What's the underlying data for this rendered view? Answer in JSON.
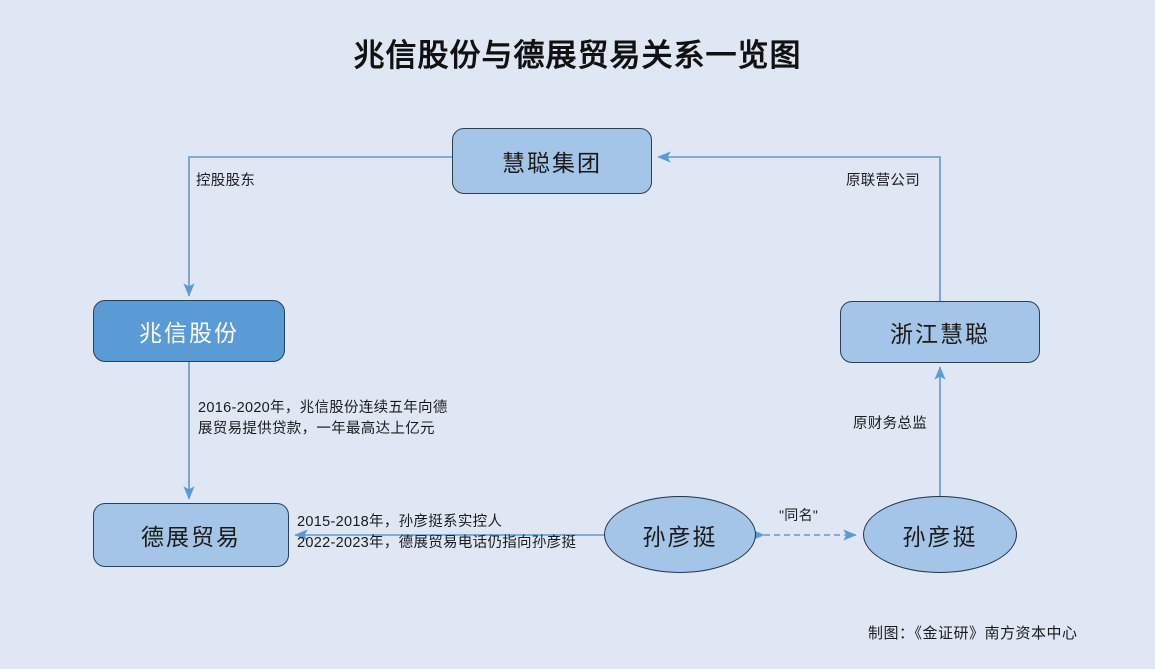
{
  "diagram": {
    "title": "兆信股份与德展贸易关系一览图",
    "credit": "制图：《金证研》南方资本中心",
    "colors": {
      "background": "#dfe7f4",
      "node_fill": "#a4c5e8",
      "accent_fill": "#5b9bd5",
      "node_stroke": "#2b3f55",
      "edge_stroke": "#5b9bd5"
    },
    "nodes": [
      {
        "id": "huicong-group",
        "label": "慧聪集团",
        "shape": "rect",
        "style": "light"
      },
      {
        "id": "zhaoxin",
        "label": "兆信股份",
        "shape": "rect",
        "style": "accent"
      },
      {
        "id": "dezhan",
        "label": "德展贸易",
        "shape": "rect",
        "style": "light"
      },
      {
        "id": "zhejiang",
        "label": "浙江慧聪",
        "shape": "rect",
        "style": "light"
      },
      {
        "id": "sun-left",
        "label": "孙彦挺",
        "shape": "ellipse",
        "style": "light"
      },
      {
        "id": "sun-right",
        "label": "孙彦挺",
        "shape": "ellipse",
        "style": "light"
      }
    ],
    "edges": [
      {
        "id": "controlling",
        "from": "huicong-group",
        "to": "zhaoxin",
        "label": "控股股东",
        "arrow": "single",
        "style": "solid"
      },
      {
        "id": "joint-venture",
        "from": "zhejiang",
        "to": "huicong-group",
        "label": "原联营公司",
        "arrow": "single",
        "style": "solid"
      },
      {
        "id": "loan",
        "from": "zhaoxin",
        "to": "dezhan",
        "label": "2016-2020年，兆信股份连续五年向德\n展贸易提供贷款，一年最高达上亿元",
        "arrow": "single",
        "style": "solid"
      },
      {
        "id": "cfo",
        "from": "sun-right",
        "to": "zhejiang",
        "label": "原财务总监",
        "arrow": "single",
        "style": "solid"
      },
      {
        "id": "actual-controller",
        "from": "sun-left",
        "to": "dezhan",
        "label": "2015-2018年，孙彦挺系实控人\n2022-2023年，德展贸易电话仍指向孙彦挺",
        "arrow": "single",
        "style": "solid"
      },
      {
        "id": "same-name",
        "from": "sun-left",
        "to": "sun-right",
        "label": "\"同名\"",
        "arrow": "double",
        "style": "dashed"
      }
    ]
  }
}
